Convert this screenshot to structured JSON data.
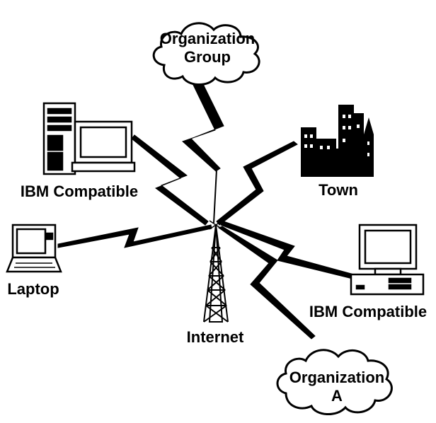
{
  "diagram": {
    "hub": {
      "label": "Internet",
      "icon": "radio-tower-icon"
    },
    "nodes": [
      {
        "id": "org-group",
        "label_lines": [
          "Organization",
          "Group"
        ],
        "icon": "cloud-icon"
      },
      {
        "id": "ibm-1",
        "label_lines": [
          "IBM Compatible"
        ],
        "icon": "desktop-tower-computer-icon"
      },
      {
        "id": "town",
        "label_lines": [
          "Town"
        ],
        "icon": "city-skyline-icon"
      },
      {
        "id": "laptop",
        "label_lines": [
          "Laptop"
        ],
        "icon": "laptop-icon"
      },
      {
        "id": "ibm-2",
        "label_lines": [
          "IBM Compatible"
        ],
        "icon": "desktop-computer-icon"
      },
      {
        "id": "org-a",
        "label_lines": [
          "Organization",
          "A"
        ],
        "icon": "cloud-icon"
      }
    ],
    "connection_style": "lightning-bolt",
    "colors": {
      "ink": "#000000",
      "background": "#ffffff"
    }
  }
}
